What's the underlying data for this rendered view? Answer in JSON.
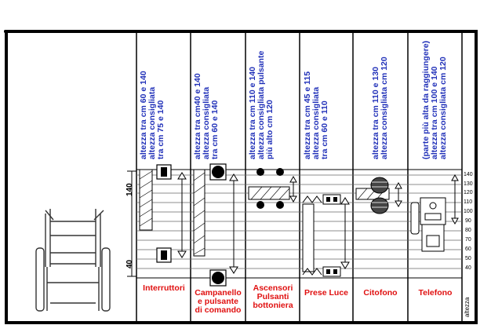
{
  "columns": [
    {
      "id": "interruttori",
      "label": "Interruttori",
      "notes": [
        "altezza tra cm 60 e 140",
        "altezza consigliata",
        "tra cm 75 e 140"
      ]
    },
    {
      "id": "campanello",
      "label": "Campanello\ne pulsante\ndi comando",
      "notes": [
        "altezza tra cm40 e 140",
        "altezza consigliata",
        "tra cm 60 e 140"
      ]
    },
    {
      "id": "ascensori",
      "label": "Ascensori\nPulsanti\nbottoniera",
      "notes": [
        "altezza tra cm 110 e 140",
        "altezza consigliata pulsante",
        "più alto cm 120"
      ]
    },
    {
      "id": "prese",
      "label": "Prese Luce",
      "notes": [
        "altezza tra cm 45 e 115",
        "altezza consigliata",
        "tra cm 60 e 110"
      ]
    },
    {
      "id": "citofono",
      "label": "Citofono",
      "notes": [
        "altezza tra cm 110 e 130",
        "altezza consigliata cm 120"
      ]
    },
    {
      "id": "telefono",
      "label": "Telefono",
      "notes": [
        "(parte più alta da raggiungere)",
        "altezza tra cm 100 e 140",
        "altezza consigliata cm 120"
      ]
    }
  ],
  "scale": {
    "ticks": [
      "140",
      "130",
      "120",
      "110",
      "100",
      "90",
      "80",
      "70",
      "60",
      "50",
      "40"
    ],
    "axis_label": "altezza"
  },
  "dimension_labels": {
    "top": "140",
    "bottom": "40"
  }
}
